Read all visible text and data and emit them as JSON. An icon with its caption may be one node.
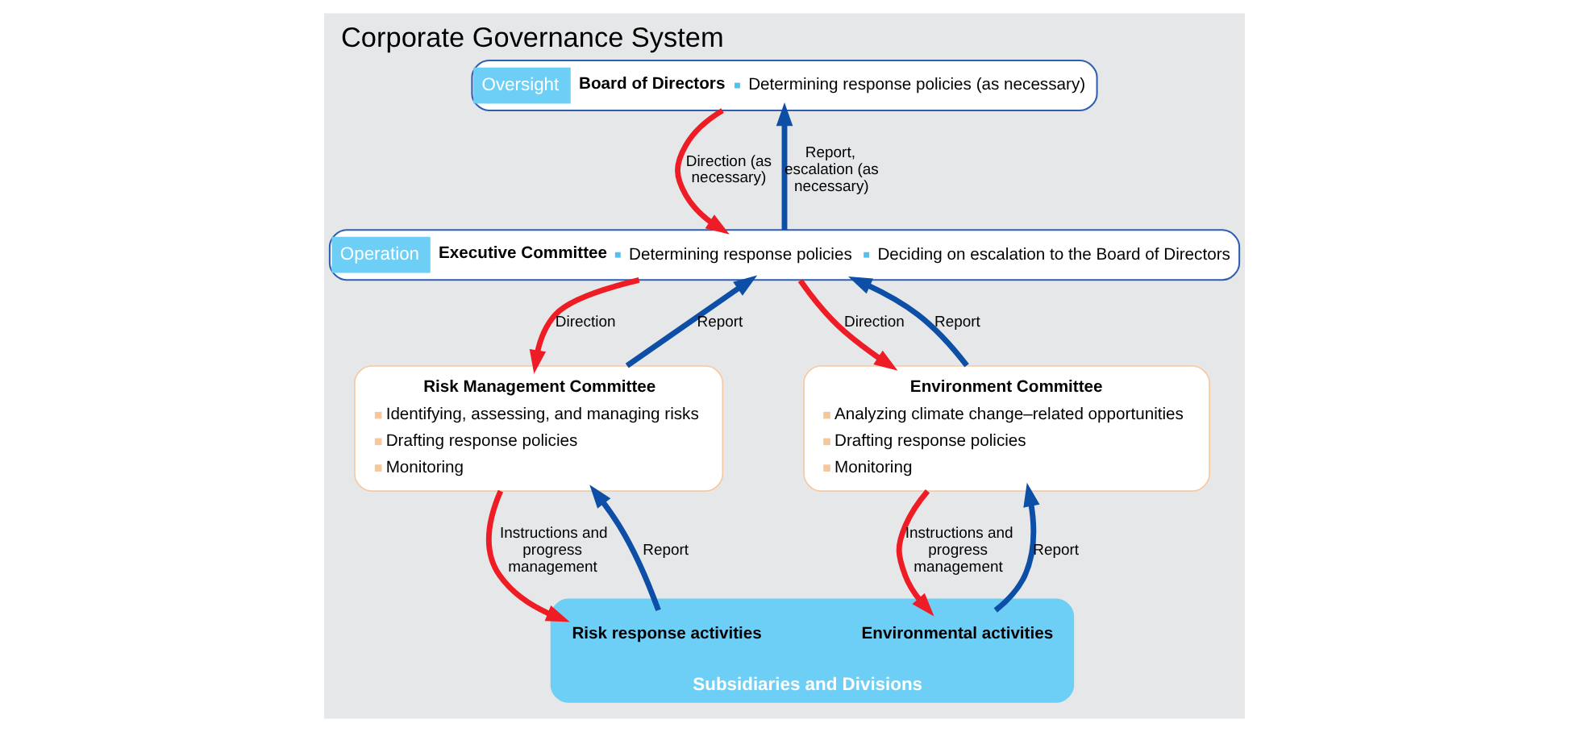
{
  "diagram": {
    "title": "Corporate Governance System",
    "nodes": [
      {
        "text": [
          "Oversight",
          "Board of Directors",
          "Determining response policies (as necessary)"
        ]
      },
      {
        "text": [
          "Operation",
          "Executive Committee",
          "Determining response policies",
          "Deciding on escalation to the Board of Directors"
        ]
      },
      {
        "text": [
          "Risk Management Committee",
          "Identifying, assessing, and managing risks",
          "Drafting response policies",
          "Monitoring"
        ]
      },
      {
        "text": [
          "Environment Committee",
          "Analyzing climate change–related opportunities",
          "Drafting response policies",
          "Monitoring"
        ]
      },
      {
        "text": [
          "Subsidiaries and Divisions"
        ]
      },
      {
        "text": [
          "Risk response activities"
        ],
        "in": 4
      },
      {
        "text": [
          "Environmental activities"
        ],
        "in": 4
      }
    ],
    "edges": [
      {
        "from": 0,
        "to": 1,
        "arrow": "to",
        "label": "Direction (as necessary)",
        "color": "#ee1c25"
      },
      {
        "from": 1,
        "to": 0,
        "arrow": "to",
        "label": "Report, escalation (as necessary)",
        "color": "#0d4ea6"
      },
      {
        "from": 1,
        "to": 2,
        "arrow": "to",
        "label": "Direction",
        "color": "#ee1c25"
      },
      {
        "from": 2,
        "to": 1,
        "arrow": "to",
        "label": "Report",
        "color": "#0d4ea6"
      },
      {
        "from": 1,
        "to": 3,
        "arrow": "to",
        "label": "Direction",
        "color": "#ee1c25"
      },
      {
        "from": 3,
        "to": 1,
        "arrow": "to",
        "label": "Report",
        "color": "#0d4ea6"
      },
      {
        "from": 2,
        "to": 5,
        "arrow": "to",
        "label": "Instructions and progress management",
        "color": "#ee1c25"
      },
      {
        "from": 5,
        "to": 2,
        "arrow": "to",
        "label": "Report",
        "color": "#0d4ea6"
      },
      {
        "from": 3,
        "to": 6,
        "arrow": "to",
        "label": "Instructions and progress management",
        "color": "#ee1c25"
      },
      {
        "from": 6,
        "to": 3,
        "arrow": "to",
        "label": "Report",
        "color": "#0d4ea6"
      }
    ]
  }
}
